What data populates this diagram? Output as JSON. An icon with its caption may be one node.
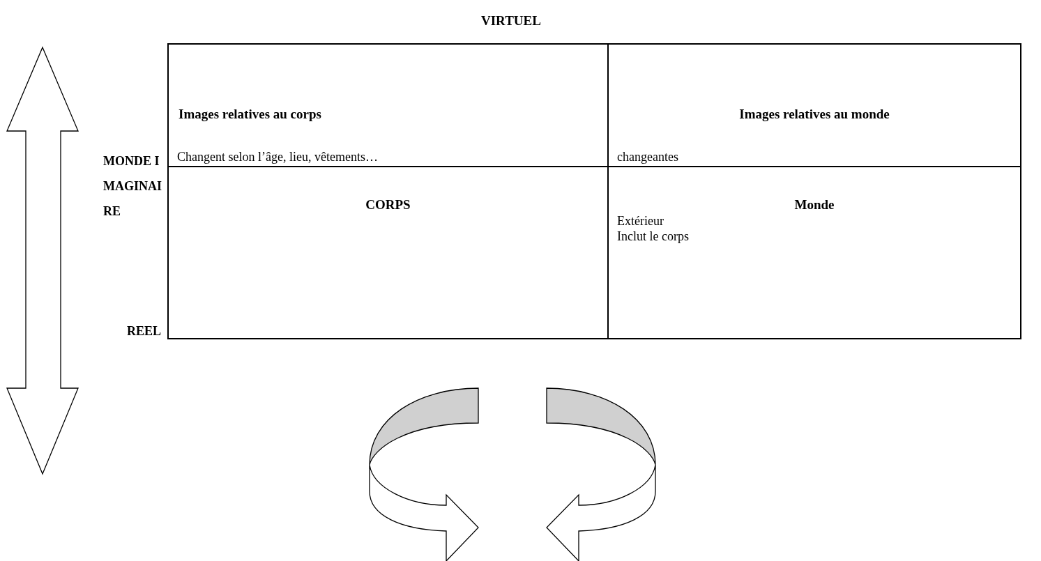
{
  "diagram": {
    "title": "VIRTUEL",
    "nodes": [
      {
        "text": [
          "Images relatives au corps",
          "Changent selon l’âge, lieu, vêtements…"
        ]
      },
      {
        "text": [
          "Images relatives au monde",
          "changeantes"
        ]
      },
      {
        "text": [
          "CORPS"
        ]
      },
      {
        "text": [
          "Monde",
          "Extérieur",
          "Inclut le corps"
        ]
      }
    ],
    "labels": [
      "MONDE IMAGINAIRE",
      "REEL"
    ]
  }
}
